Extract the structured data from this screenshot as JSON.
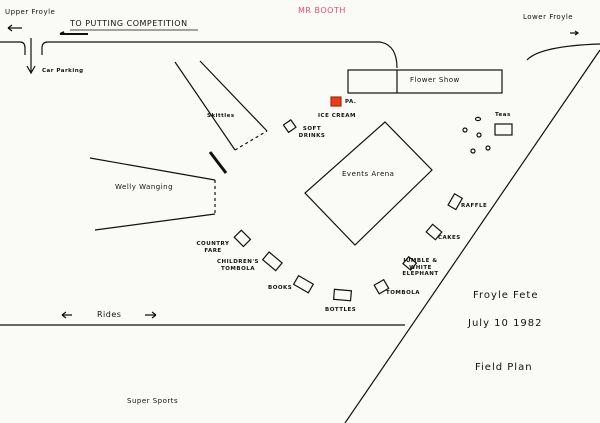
{
  "header": {
    "author": "MR BOOTH"
  },
  "roads": {
    "upper": "Upper Froyle",
    "lower": "Lower Froyle",
    "putting": "TO PUTTING COMPETITION",
    "car_parking": "Car Parking"
  },
  "areas": {
    "flower_show": "Flower Show",
    "pa": "PA.",
    "ice_cream": "ICE CREAM",
    "soft_drinks": "SOFT DRINKS",
    "skittles": "Skittles",
    "welly": "Welly Wanging",
    "arena": "Events Arena",
    "teas": "Teas",
    "raffle": "RAFFLE",
    "cakes": "CAKES",
    "jumble": "JUMBLE & WHITE ELEPHANT",
    "tombola": "TOMBOLA",
    "bottles": "BOTTLES",
    "books": "BOOKS",
    "childrens_tombola": "CHILDREN'S TOMBOLA",
    "country_fare": "COUNTRY FARE",
    "rides": "Rides",
    "super_sports": "Super Sports"
  },
  "title": {
    "name": "Froyle Fete",
    "date": "July 10 1982",
    "subtitle": "Field Plan"
  },
  "colors": {
    "pa": "#e0401c",
    "author": "#e0507a"
  }
}
